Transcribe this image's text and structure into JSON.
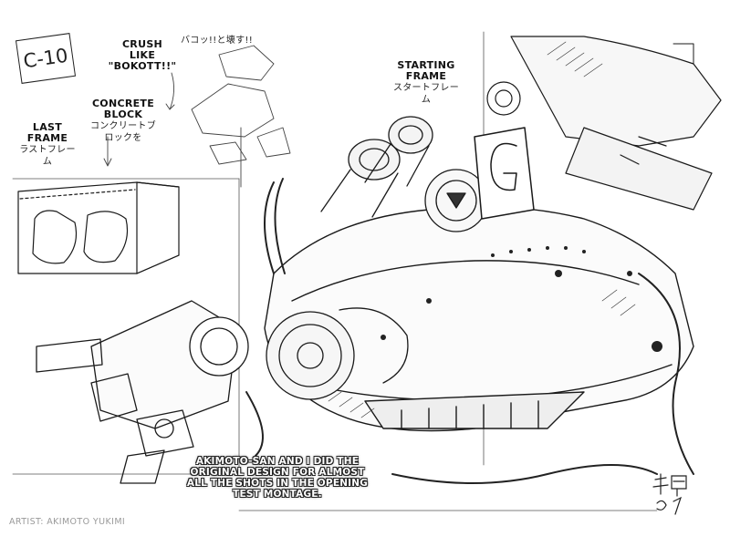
{
  "sheet": {
    "cut_number": "C-10"
  },
  "annotations": {
    "crush": {
      "label": "CRUSH LIKE \"BOKOTT!!\"",
      "jp": "バコッ!!と壊す!!"
    },
    "starting_frame": {
      "label": "STARTING FRAME",
      "jp": "スタートフレーム"
    },
    "concrete_block": {
      "label": "CONCRETE BLOCK",
      "jp": "コンクリートブロックを"
    },
    "last_frame": {
      "label": "LAST FRAME",
      "jp": "ラストフレーム"
    }
  },
  "caption": {
    "text": "AKIMOTO-SAN AND I DID THE ORIGINAL DESIGN FOR ALMOST ALL THE SHOTS IN THE OPENING TEST MONTAGE."
  },
  "credit": {
    "text": "ARTIST: AKIMOTO YUKIMI"
  },
  "signature": {
    "text": "植村 8/7"
  },
  "colors": {
    "ink": "#111111",
    "paper": "#ffffff",
    "credit_grey": "#9a9a9a"
  }
}
